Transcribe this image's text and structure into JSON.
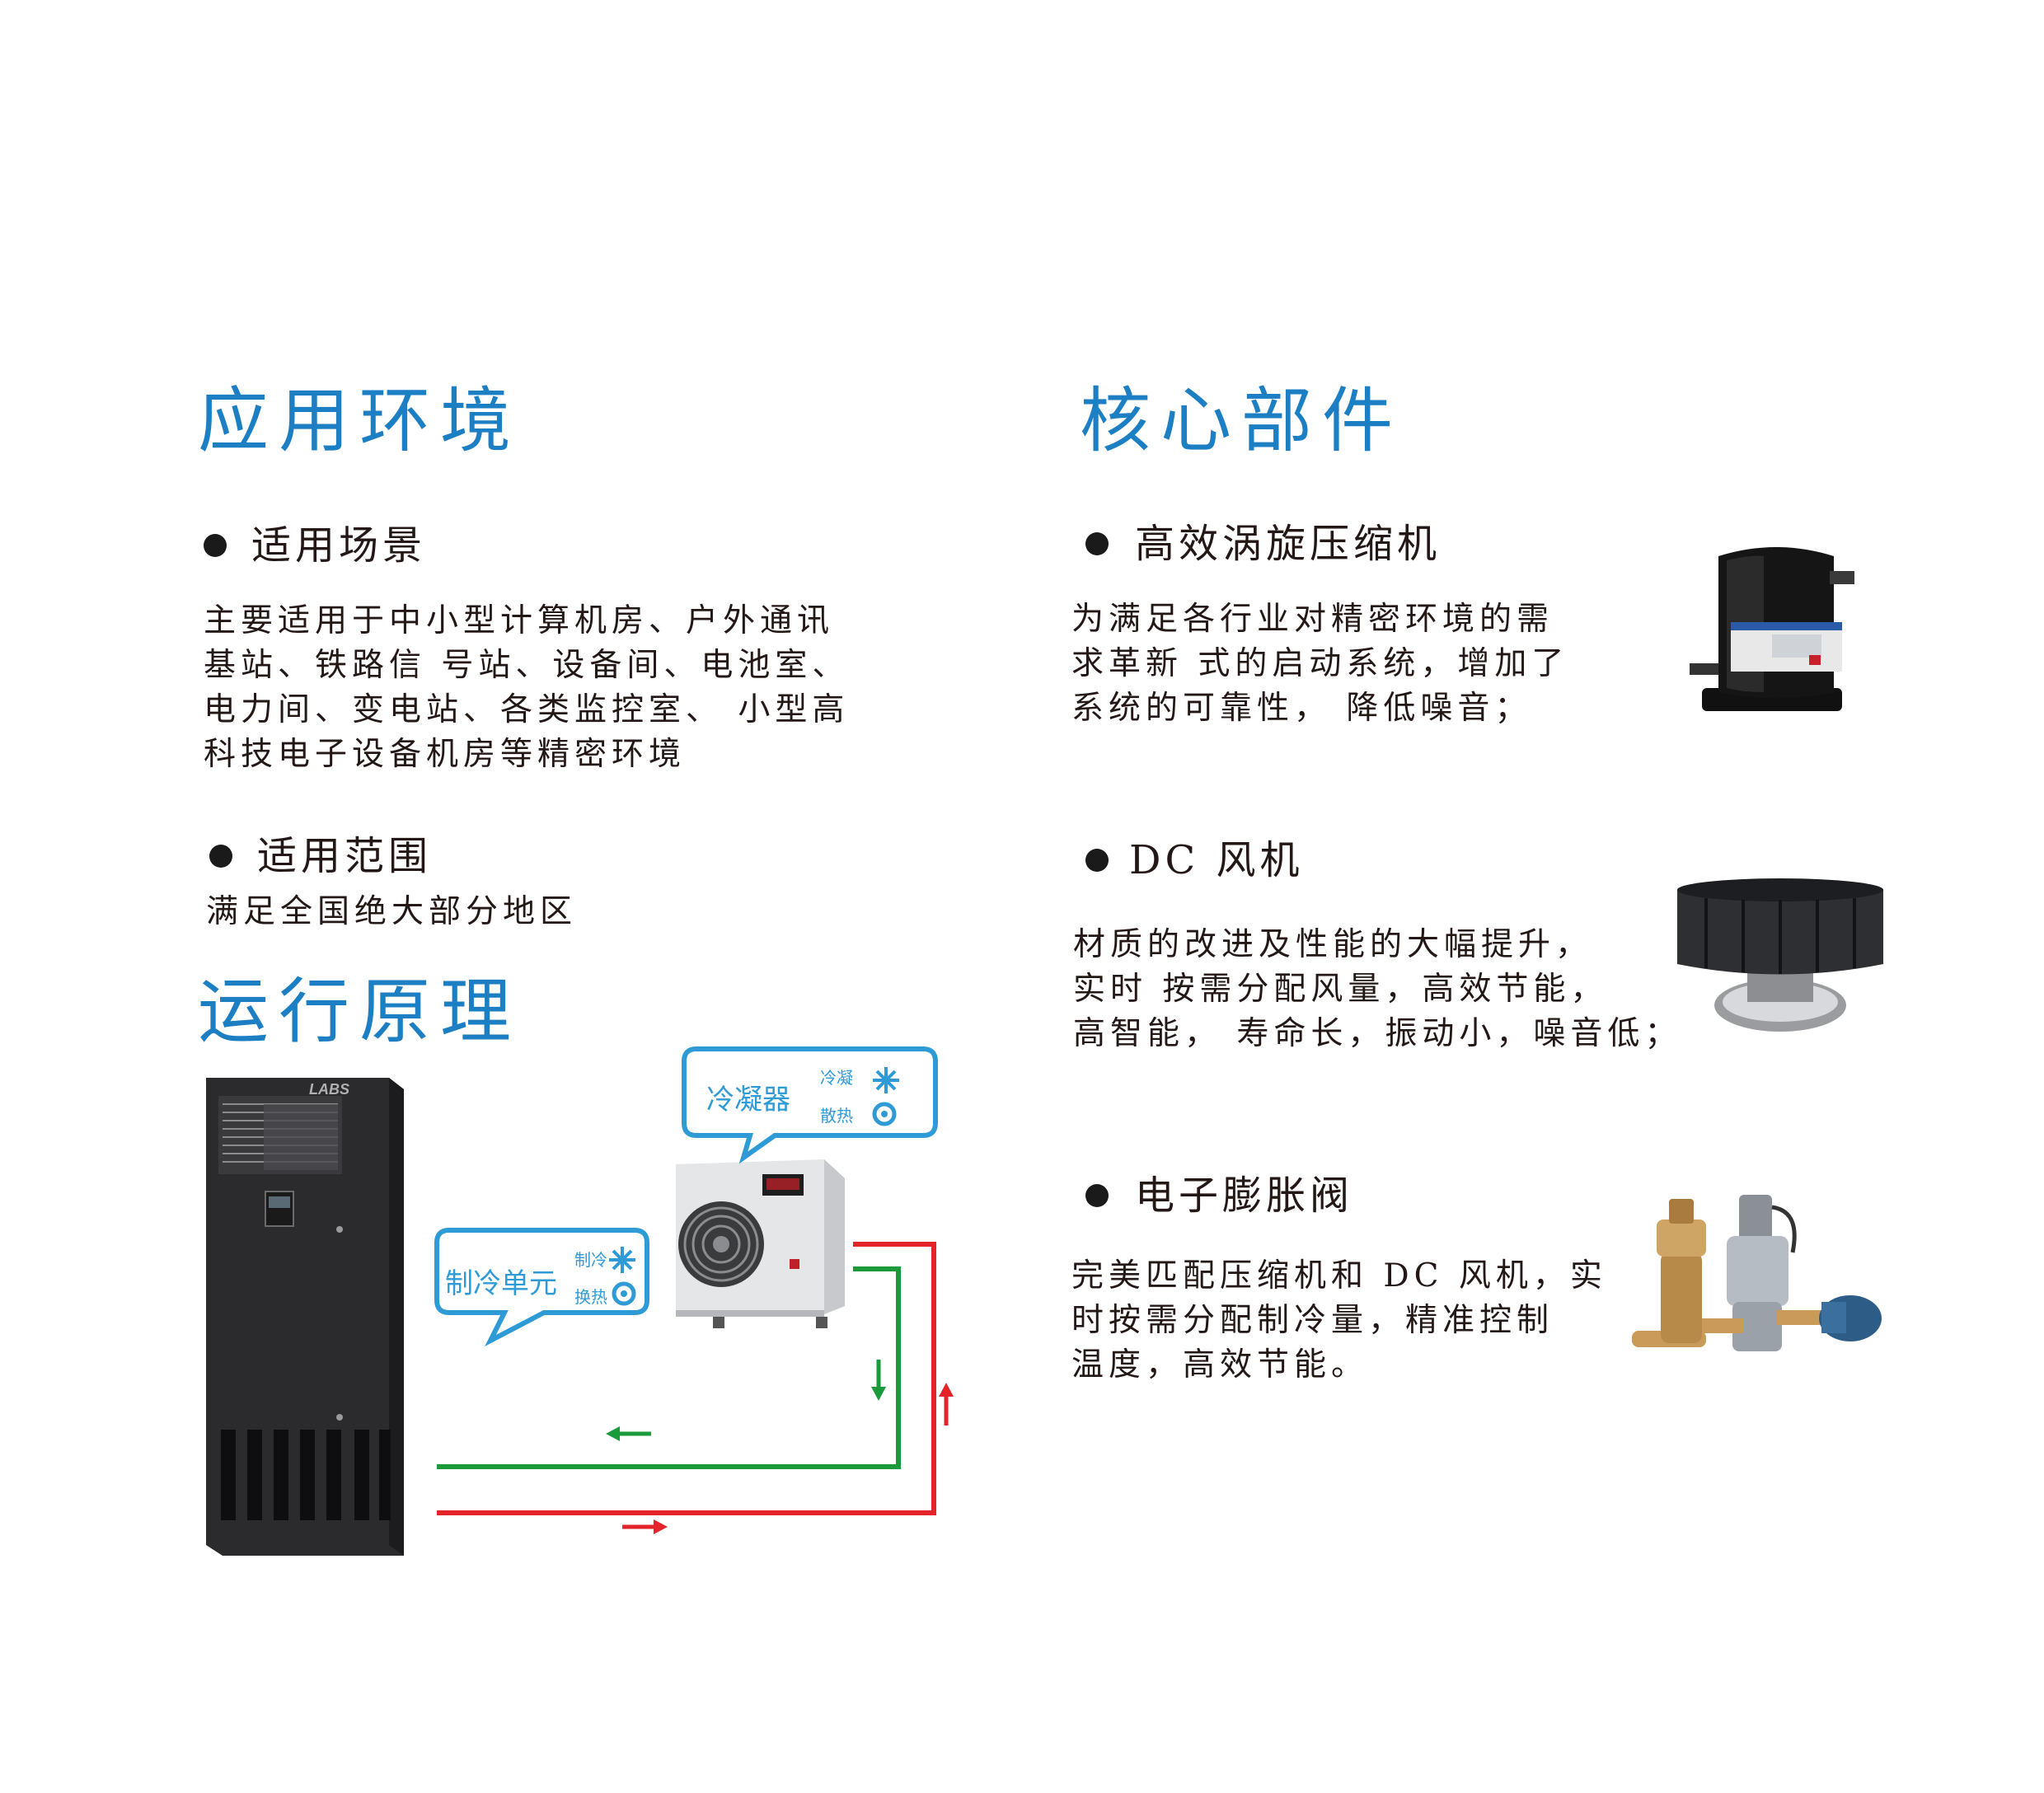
{
  "left": {
    "title": "应用环境",
    "scene": {
      "heading": "适用场景",
      "lines": [
        "主要适用于中小型计算机房、户外通讯",
        "基站、铁路信 号站、设备间、电池室、",
        "电力间、变电站、各类监控室、 小型高",
        "科技电子设备机房等精密环境"
      ]
    },
    "range": {
      "heading": "适用范围",
      "text": "满足全国绝大部分地区"
    }
  },
  "principle": {
    "title": "运行原理",
    "unit_brand": "LABS",
    "unit_bubble": {
      "label": "制冷单元",
      "tag_top": "制冷",
      "tag_bottom": "换热"
    },
    "condenser_bubble": {
      "label": "冷凝器",
      "tag_top": "冷凝",
      "tag_bottom": "散热"
    },
    "colors": {
      "supply": "#e5232b",
      "return": "#1a9a3a",
      "accent": "#2e9ad6"
    }
  },
  "right": {
    "title": "核心部件",
    "compressor": {
      "heading": "高效涡旋压缩机",
      "lines": [
        "为满足各行业对精密环境的需",
        "求革新 式的启动系统，增加了",
        "系统的可靠性， 降低噪音；"
      ]
    },
    "fan": {
      "heading": "DC 风机",
      "lines": [
        "材质的改进及性能的大幅提升，",
        "实时 按需分配风量，高效节能，",
        "高智能， 寿命长，振动小，噪音低；"
      ]
    },
    "valve": {
      "heading": "电子膨胀阀",
      "lines": [
        "完美匹配压缩机和 DC 风机，实",
        "时按需分配制冷量，精准控制",
        "温度，高效节能。"
      ]
    }
  }
}
